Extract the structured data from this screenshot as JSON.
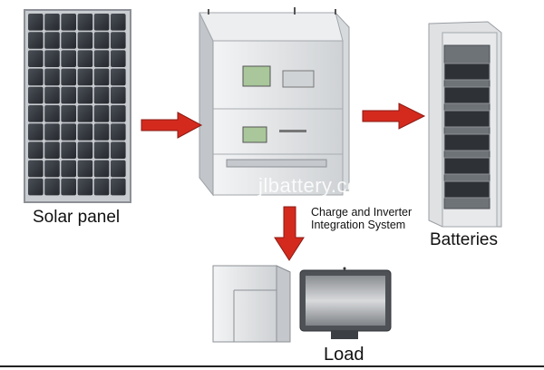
{
  "labels": {
    "solar_panel": "Solar panel",
    "batteries": "Batteries",
    "load": "Load",
    "system_line1": "Charge and Inverter",
    "system_line2": "Integration System",
    "watermark": "jlbattery.com"
  },
  "colors": {
    "arrow": "#d42a1e",
    "panel_cell": "#2d3137",
    "panel_frame": "#b9bdc2",
    "cabinet": "#e2e4e6",
    "lcd": "#a9c79a"
  },
  "icons": {
    "solar_panel": "solar-panel-icon",
    "inverter": "inverter-cabinet-icon",
    "battery": "battery-rack-icon",
    "load_box": "appliance-box-icon",
    "monitor": "monitor-icon"
  }
}
